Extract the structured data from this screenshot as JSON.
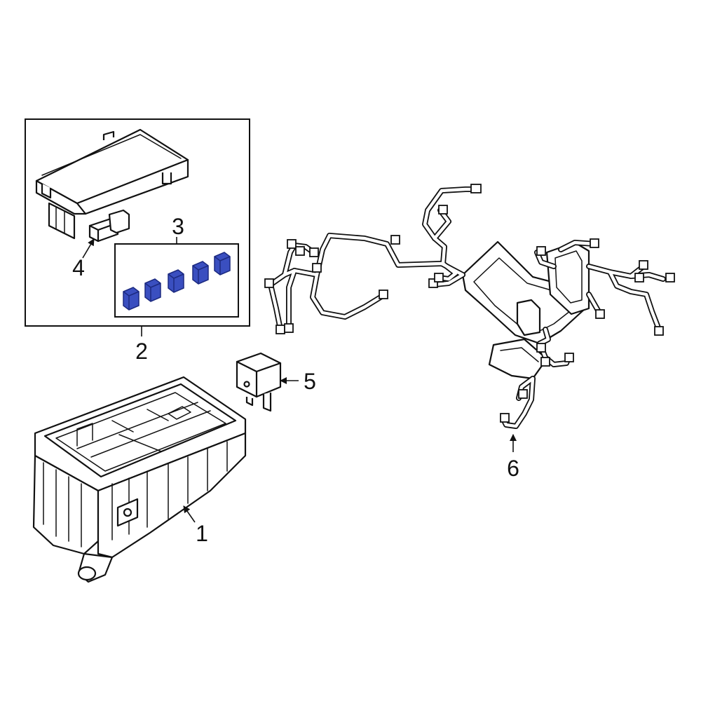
{
  "diagram": {
    "callouts": {
      "c1": "1",
      "c2": "2",
      "c3": "3",
      "c4": "4",
      "c5": "5",
      "c6": "6"
    },
    "colors": {
      "line": "#111111",
      "highlight_fuse": "#3a4fc0",
      "highlight_fuse_dark": "#1c2a80",
      "background": "#ffffff"
    }
  }
}
